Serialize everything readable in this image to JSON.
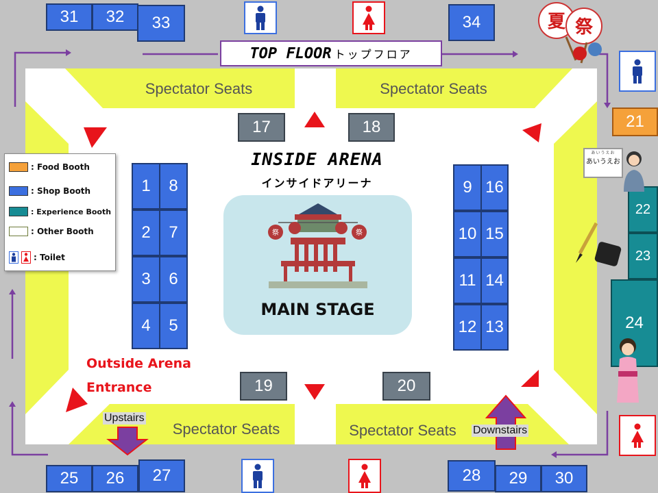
{
  "top_floor": {
    "label": "TOP FLOOR",
    "label_jp": "トップフロア"
  },
  "arena": {
    "title": "INSIDE ARENA",
    "title_jp": "インサイドアリーナ",
    "stage": "MAIN STAGE"
  },
  "spectator_seats": "Spectator Seats",
  "outside_entrance": {
    "line1": "Outside Arena",
    "line2": "Entrance"
  },
  "upstairs": "Upstairs",
  "downstairs": "Downstairs",
  "legend": [
    {
      "label": ": Food Booth",
      "color": "#f5a13a"
    },
    {
      "label": ": Shop Booth",
      "color": "#3b6fe0"
    },
    {
      "label": ": Experience Booth",
      "color": "#178c94"
    },
    {
      "label": ": Other Booth",
      "color": "#ffffff"
    },
    {
      "label": ": Toilet",
      "color": ""
    }
  ],
  "booths": {
    "b1": "1",
    "b2": "2",
    "b3": "3",
    "b4": "4",
    "b5": "5",
    "b6": "6",
    "b7": "7",
    "b8": "8",
    "b9": "9",
    "b10": "10",
    "b11": "11",
    "b12": "12",
    "b13": "13",
    "b14": "14",
    "b15": "15",
    "b16": "16",
    "b17": "17",
    "b18": "18",
    "b19": "19",
    "b20": "20",
    "b21": "21",
    "b22": "22",
    "b23": "23",
    "b24": "24",
    "b25": "25",
    "b26": "26",
    "b27": "27",
    "b28": "28",
    "b29": "29",
    "b30": "30",
    "b31": "31",
    "b32": "32",
    "b33": "33",
    "b34": "34"
  },
  "festival_fans": {
    "left": "夏",
    "right": "祭"
  },
  "whiteboard_text": "あいうえお",
  "whiteboard_furigana": "あいうえお",
  "stage_lanterns": "祭",
  "colors": {
    "arena_floor": "#ffffff",
    "seats": "#eef84f",
    "stage": "#c8e6ec",
    "path": "#7b3fa0",
    "marker": "#e8141b"
  }
}
